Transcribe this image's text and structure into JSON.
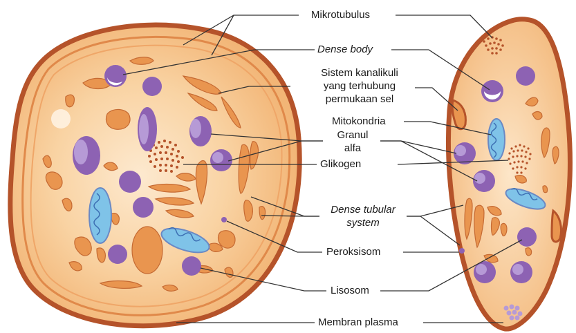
{
  "labels": {
    "mikrotubulus": "Mikrotubulus",
    "dense_body": "Dense body",
    "kanalikuli_1": "Sistem kanalikuli",
    "kanalikuli_2": "yang terhubung",
    "kanalikuli_3": "permukaan sel",
    "mitokondria": "Mitokondria",
    "granul_1": "Granul",
    "granul_2": "alfa",
    "glikogen": "Glikogen",
    "dts_1": "Dense tubular",
    "dts_2": "system",
    "peroksisom": "Peroksisom",
    "lisosom": "Lisosom",
    "membran": "Membran plasma"
  },
  "colors": {
    "membrane": "#b5532a",
    "cytoplasm": "#f6c690",
    "cytoplasm_center": "#fbe2c3",
    "organelle": "#e9954f",
    "organelle_stroke": "#c56a33",
    "granule": "#8d62b3",
    "granule_light": "#b69ad6",
    "mito": "#7fc3e8",
    "glycogen": "#b5532a",
    "line": "#333333"
  }
}
